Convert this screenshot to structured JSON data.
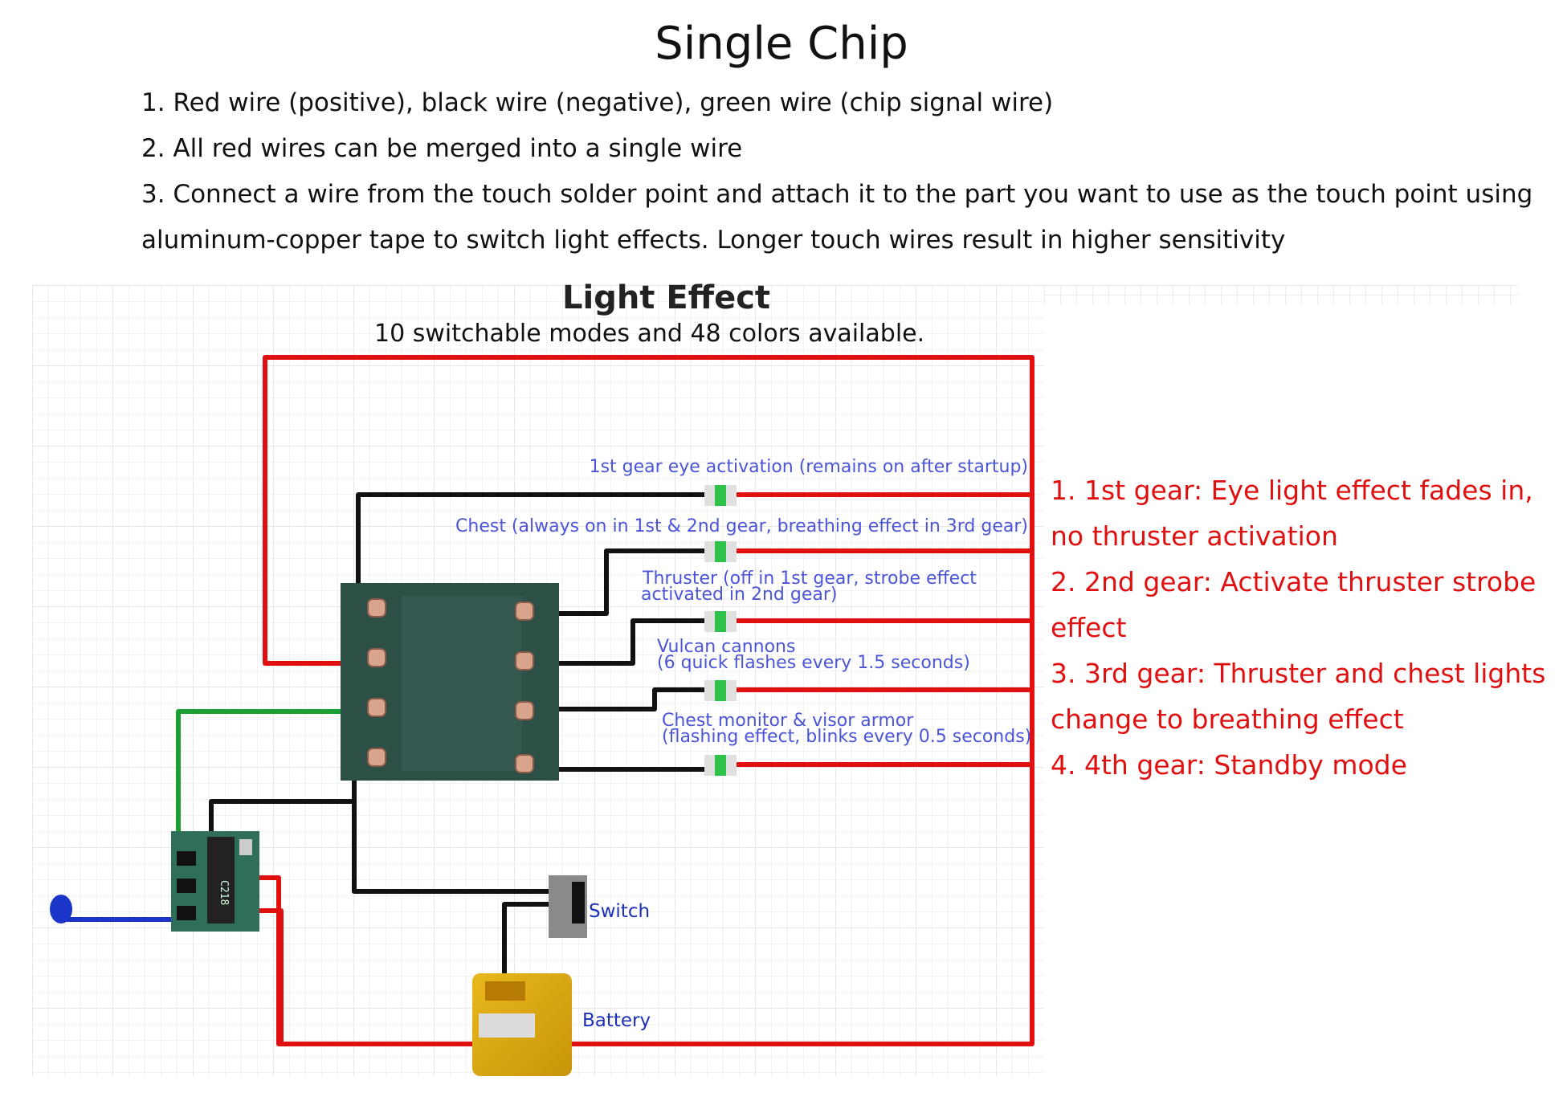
{
  "title": "Single Chip",
  "notes": [
    "1. Red wire (positive), black wire (negative), green wire (chip signal wire)",
    "2. All red wires can be merged into a single wire",
    "3. Connect a wire from the touch solder point and attach it to the part you want to use as the touch point using",
    "aluminum-copper tape to switch light effects. Longer touch wires result in higher sensitivity"
  ],
  "light_effect": {
    "title": "Light Effect",
    "subtitle": "10 switchable modes and 48 colors available."
  },
  "led_labels": [
    [
      "1st gear eye activation (remains on after startup)"
    ],
    [
      "Chest (always on in 1st & 2nd gear, breathing effect in 3rd gear)"
    ],
    [
      "Thruster (off in 1st gear, strobe effect",
      "activated in 2nd gear)"
    ],
    [
      "Vulcan cannons",
      "(6 quick flashes every 1.5 seconds)"
    ],
    [
      "Chest monitor & visor armor",
      "(flashing effect, blinks every 0.5 seconds)"
    ]
  ],
  "components": {
    "switch": "Switch",
    "battery": "Battery",
    "chip_marking": "C218"
  },
  "gears": [
    "1. 1st gear: Eye light effect fades in,",
    "no thruster activation",
    "2. 2nd gear: Activate thruster strobe",
    "effect",
    "3. 3rd gear: Thruster and chest lights",
    "change to breathing effect",
    "4. 4th gear: Standby mode"
  ],
  "colors": {
    "positive_wire": "#e01010",
    "negative_wire": "#111111",
    "signal_wire": "#1aa032",
    "touch_wire": "#1a35c8",
    "led_label": "#4b55d6",
    "gear_text": "#e01010"
  }
}
